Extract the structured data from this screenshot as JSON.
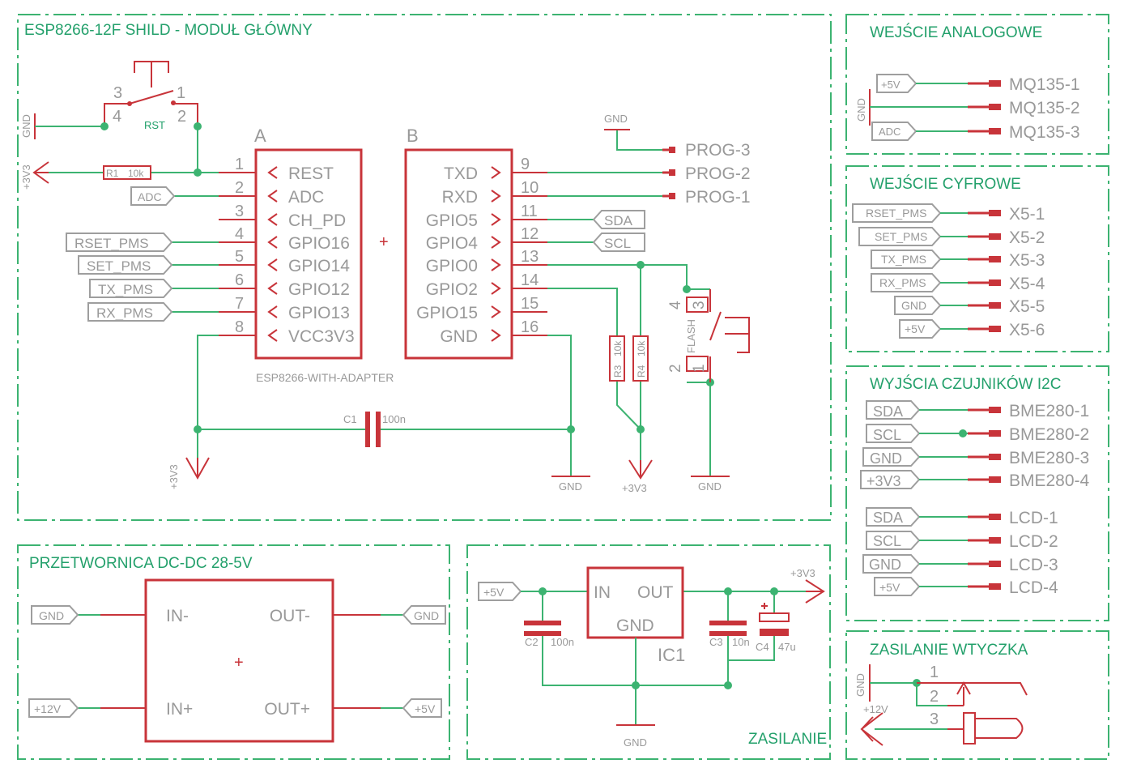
{
  "sections": {
    "main": "ESP8266-12F SHILD - MODUŁ GŁÓWNY",
    "analog": "WEJŚCIE ANALOGOWE",
    "digital": "WEJŚCIE CYFROWE",
    "i2c": "WYJŚCIA CZUJNIKÓW I2C",
    "dcdc": "PRZETWORNICA DC-DC 28-5V",
    "power": "ZASILANIE",
    "plug": "ZASILANIE WTYCZKA"
  },
  "esp": {
    "label_a": "A",
    "label_b": "B",
    "part": "ESP8266-WITH-ADAPTER",
    "left_pins": [
      {
        "num": "1",
        "name": "REST"
      },
      {
        "num": "2",
        "name": "ADC"
      },
      {
        "num": "3",
        "name": "CH_PD"
      },
      {
        "num": "4",
        "name": "GPIO16"
      },
      {
        "num": "5",
        "name": "GPIO14"
      },
      {
        "num": "6",
        "name": "GPIO12"
      },
      {
        "num": "7",
        "name": "GPIO13"
      },
      {
        "num": "8",
        "name": "VCC3V3"
      }
    ],
    "right_pins": [
      {
        "num": "9",
        "name": "TXD"
      },
      {
        "num": "10",
        "name": "RXD"
      },
      {
        "num": "11",
        "name": "GPIO5"
      },
      {
        "num": "12",
        "name": "GPIO4"
      },
      {
        "num": "13",
        "name": "GPIO0"
      },
      {
        "num": "14",
        "name": "GPIO2"
      },
      {
        "num": "15",
        "name": "GPIO15"
      },
      {
        "num": "16",
        "name": "GND"
      }
    ]
  },
  "main_labels": {
    "left_flags": [
      "ADC",
      "RSET_PMS",
      "SET_PMS",
      "TX_PMS",
      "RX_PMS"
    ],
    "right_flags": [
      "SDA",
      "SCL"
    ],
    "prog": [
      "PROG-3",
      "PROG-2",
      "PROG-1"
    ],
    "gnd": "GND",
    "v33": "+3V3",
    "r1": "R1",
    "r1v": "10k",
    "r3": "R3",
    "r3v": "10k",
    "r4": "R4",
    "r4v": "10k",
    "c1": "C1",
    "c1v": "100n",
    "rst": "RST",
    "flash": "FLASH",
    "sw_pins": [
      "3",
      "1",
      "4",
      "2"
    ],
    "flash_pins": [
      "4",
      "3",
      "2",
      "1"
    ]
  },
  "analog": {
    "flags": [
      "+5V",
      "ADC"
    ],
    "gnd": "GND",
    "pins": [
      "MQ135-1",
      "MQ135-2",
      "MQ135-3"
    ]
  },
  "digital": {
    "flags": [
      "RSET_PMS",
      "SET_PMS",
      "TX_PMS",
      "RX_PMS",
      "GND",
      "+5V"
    ],
    "pins": [
      "X5-1",
      "X5-2",
      "X5-3",
      "X5-4",
      "X5-5",
      "X5-6"
    ]
  },
  "i2c": {
    "bme_flags": [
      "SDA",
      "SCL",
      "GND",
      "+3V3"
    ],
    "bme_pins": [
      "BME280-1",
      "BME280-2",
      "BME280-3",
      "BME280-4"
    ],
    "lcd_flags": [
      "SDA",
      "SCL",
      "GND",
      "+5V"
    ],
    "lcd_pins": [
      "LCD-1",
      "LCD-2",
      "LCD-3",
      "LCD-4"
    ]
  },
  "dcdc": {
    "in_minus": "IN-",
    "in_plus": "IN+",
    "out_minus": "OUT-",
    "out_plus": "OUT+",
    "flags": [
      "GND",
      "+12V",
      "GND",
      "+5V"
    ]
  },
  "power": {
    "in_flag": "+5V",
    "reg_in": "IN",
    "reg_out": "OUT",
    "reg_gnd": "GND",
    "reg_name": "IC1",
    "c2": "C2",
    "c2v": "100n",
    "c3": "C3",
    "c3v": "10n",
    "c4": "C4",
    "c4v": "47u",
    "v33": "+3V3",
    "gnd": "GND"
  },
  "plug": {
    "gnd": "GND",
    "v12": "+12V",
    "pins": [
      "1",
      "2",
      "3"
    ]
  }
}
